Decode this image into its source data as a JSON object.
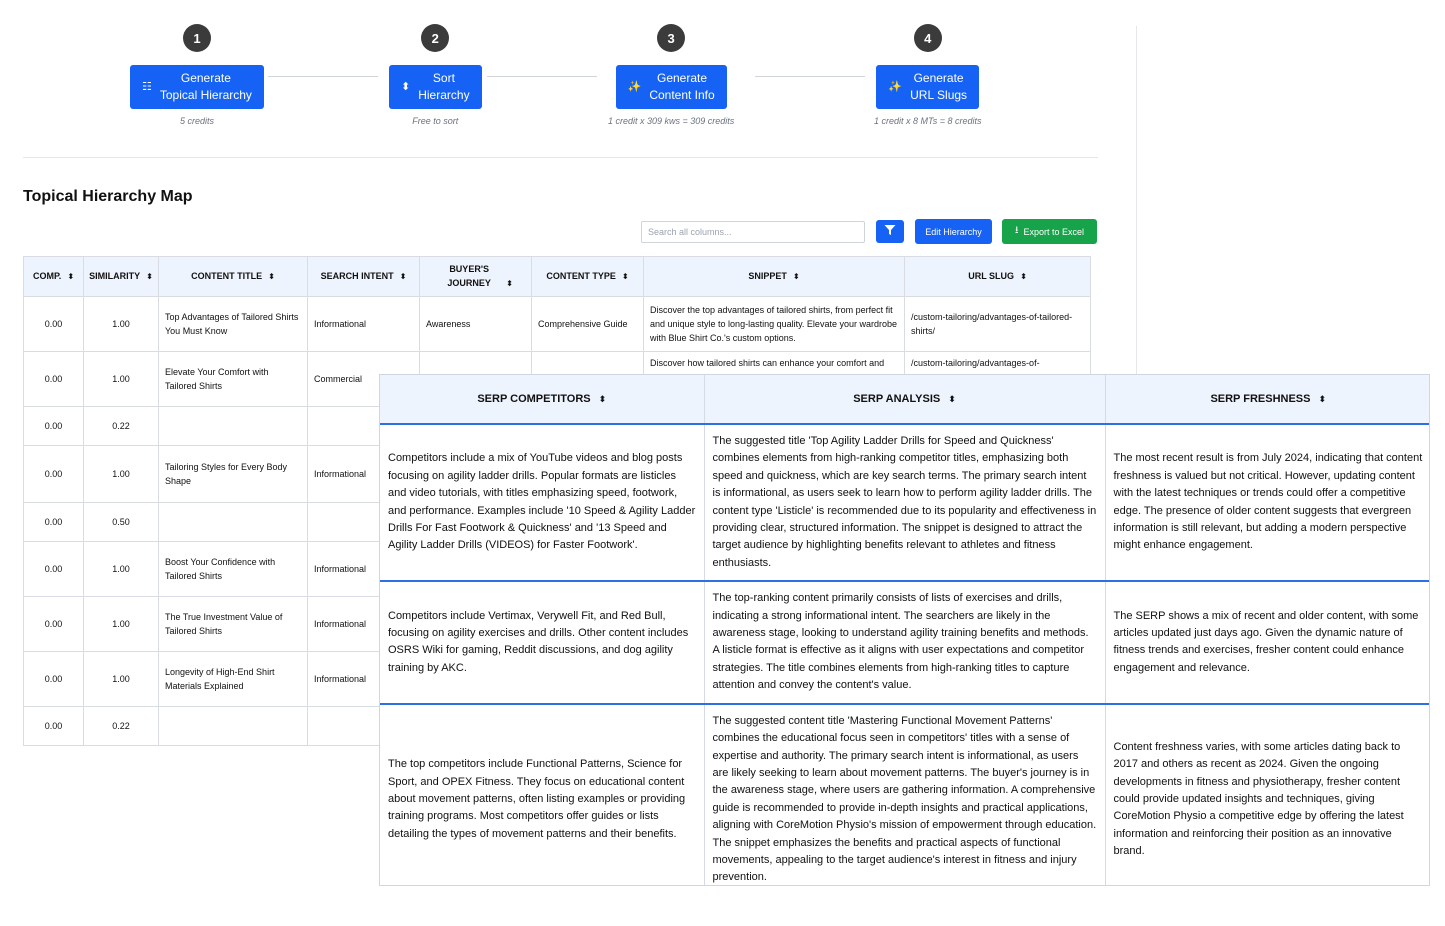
{
  "steps": [
    {
      "num": "1",
      "label": "Generate\nTopical Hierarchy",
      "icon": "hierarchy-icon",
      "credits": "5 credits"
    },
    {
      "num": "2",
      "label": "Sort\nHierarchy",
      "icon": "sort-icon",
      "credits": "Free to sort"
    },
    {
      "num": "3",
      "label": "Generate\nContent Info",
      "icon": "magic-wand-icon",
      "credits": "1 credit x 309 kws = 309 credits"
    },
    {
      "num": "4",
      "label": "Generate\nURL Slugs",
      "icon": "magic-wand-icon",
      "credits": "1 credit x 8 MTs = 8 credits"
    }
  ],
  "section_title": "Topical Hierarchy Map",
  "toolbar": {
    "search_placeholder": "Search all columns...",
    "edit_label": "Edit Hierarchy",
    "export_label": "Export to Excel"
  },
  "table": {
    "columns": [
      "COMP.",
      "SIMILARITY",
      "CONTENT TITLE",
      "SEARCH INTENT",
      "BUYER'S JOURNEY",
      "CONTENT TYPE",
      "SNIPPET",
      "URL SLUG"
    ],
    "rows": [
      {
        "comp": "0.00",
        "similarity": "1.00",
        "title": "Top Advantages of Tailored Shirts You Must Know",
        "intent": "Informational",
        "journey": "Awareness",
        "type": "Comprehensive Guide",
        "snippet": "Discover the top advantages of tailored shirts, from perfect fit and unique style to long-lasting quality. Elevate your wardrobe with Blue Shirt Co.'s custom options.",
        "slug": "/custom-tailoring/advantages-of-tailored-shirts/"
      },
      {
        "comp": "0.00",
        "similarity": "1.00",
        "title": "Elevate Your Comfort with Tailored Shirts",
        "intent": "Commercial",
        "journey": "",
        "type": "",
        "snippet": "Discover how tailored shirts can enhance your comfort and",
        "slug": "/custom-tailoring/advantages-of-"
      },
      {
        "comp": "0.00",
        "similarity": "0.22",
        "title": "",
        "intent": "",
        "journey": "",
        "type": "",
        "snippet": "",
        "slug": ""
      },
      {
        "comp": "0.00",
        "similarity": "1.00",
        "title": "Tailoring Styles for Every Body Shape",
        "intent": "Informational",
        "journey": "",
        "type": "",
        "snippet": "",
        "slug": ""
      },
      {
        "comp": "0.00",
        "similarity": "0.50",
        "title": "",
        "intent": "",
        "journey": "",
        "type": "",
        "snippet": "",
        "slug": ""
      },
      {
        "comp": "0.00",
        "similarity": "1.00",
        "title": "Boost Your Confidence with Tailored Shirts",
        "intent": "Informational",
        "journey": "",
        "type": "",
        "snippet": "",
        "slug": ""
      },
      {
        "comp": "0.00",
        "similarity": "1.00",
        "title": "The True Investment Value of Tailored Shirts",
        "intent": "Informational",
        "journey": "",
        "type": "",
        "snippet": "",
        "slug": ""
      },
      {
        "comp": "0.00",
        "similarity": "1.00",
        "title": "Longevity of High-End Shirt Materials Explained",
        "intent": "Informational",
        "journey": "",
        "type": "",
        "snippet": "",
        "slug": ""
      },
      {
        "comp": "0.00",
        "similarity": "0.22",
        "title": "",
        "intent": "",
        "journey": "",
        "type": "",
        "snippet": "",
        "slug": ""
      }
    ]
  },
  "serp": {
    "columns": [
      "SERP COMPETITORS",
      "SERP ANALYSIS",
      "SERP FRESHNESS"
    ],
    "rows": [
      {
        "competitors": "Competitors include a mix of YouTube videos and blog posts focusing on agility ladder drills. Popular formats are listicles and video tutorials, with titles emphasizing speed, footwork, and performance. Examples include '10 Speed & Agility Ladder Drills For Fast Footwork & Quickness' and '13 Speed and Agility Ladder Drills (VIDEOS) for Faster Footwork'.",
        "analysis": "The suggested title 'Top Agility Ladder Drills for Speed and Quickness' combines elements from high-ranking competitor titles, emphasizing both speed and quickness, which are key search terms. The primary search intent is informational, as users seek to learn how to perform agility ladder drills. The content type 'Listicle' is recommended due to its popularity and effectiveness in providing clear, structured information. The snippet is designed to attract the target audience by highlighting benefits relevant to athletes and fitness enthusiasts.",
        "freshness": "The most recent result is from July 2024, indicating that content freshness is valued but not critical. However, updating content with the latest techniques or trends could offer a competitive edge. The presence of older content suggests that evergreen information is still relevant, but adding a modern perspective might enhance engagement."
      },
      {
        "competitors": "Competitors include Vertimax, Verywell Fit, and Red Bull, focusing on agility exercises and drills. Other content includes OSRS Wiki for gaming, Reddit discussions, and dog agility training by AKC.",
        "analysis": "The top-ranking content primarily consists of lists of exercises and drills, indicating a strong informational intent. The searchers are likely in the awareness stage, looking to understand agility training benefits and methods. A listicle format is effective as it aligns with user expectations and competitor strategies. The title combines elements from high-ranking titles to capture attention and convey the content's value.",
        "freshness": "The SERP shows a mix of recent and older content, with some articles updated just days ago. Given the dynamic nature of fitness trends and exercises, fresher content could enhance engagement and relevance."
      },
      {
        "competitors": "The top competitors include Functional Patterns, Science for Sport, and OPEX Fitness. They focus on educational content about movement patterns, often listing examples or providing training programs. Most competitors offer guides or lists detailing the types of movement patterns and their benefits.",
        "analysis": "The suggested content title 'Mastering Functional Movement Patterns' combines the educational focus seen in competitors' titles with a sense of expertise and authority. The primary search intent is informational, as users are likely seeking to learn about movement patterns. The buyer's journey is in the awareness stage, where users are gathering information. A comprehensive guide is recommended to provide in-depth insights and practical applications, aligning with CoreMotion Physio's mission of empowerment through education. The snippet emphasizes the benefits and practical aspects of functional movements, appealing to the target audience's interest in fitness and injury prevention.",
        "freshness": "Content freshness varies, with some articles dating back to 2017 and others as recent as 2024. Given the ongoing developments in fitness and physiotherapy, fresher content could provide updated insights and techniques, giving CoreMotion Physio a competitive edge by offering the latest information and reinforcing their position as an innovative brand."
      }
    ]
  }
}
